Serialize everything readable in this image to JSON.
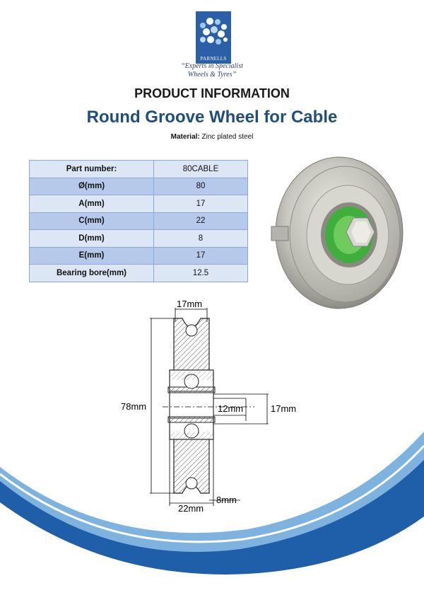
{
  "logo": {
    "brand": "PARNELLS",
    "tagline_line1": "“Experts in Specialist",
    "tagline_line2": "Wheels & Tyres”"
  },
  "heading": "PRODUCT INFORMATION",
  "title": "Round Groove Wheel for Cable",
  "material": {
    "label": "Material:",
    "value": "Zinc plated steel"
  },
  "spec_table": [
    {
      "key": "Part number:",
      "value": "80CABLE"
    },
    {
      "key": "Ø(mm)",
      "value": "80"
    },
    {
      "key": "A(mm)",
      "value": "17"
    },
    {
      "key": "C(mm)",
      "value": "22"
    },
    {
      "key": "D(mm)",
      "value": "8"
    },
    {
      "key": "E(mm)",
      "value": "17"
    },
    {
      "key": "Bearing bore(mm)",
      "value": "12.5"
    }
  ],
  "drawing": {
    "dim_top": "17mm",
    "dim_height": "78mm",
    "dim_bore": "12mm",
    "dim_hub": "17mm",
    "dim_bottom_width": "22mm",
    "dim_groove": "8mm"
  },
  "colors": {
    "title": "#1f4e79",
    "row_light": "#dce6f5",
    "row_dark": "#b6c9ea",
    "wave_light": "#6ea6d8",
    "wave_dark": "#1f5ea8"
  }
}
